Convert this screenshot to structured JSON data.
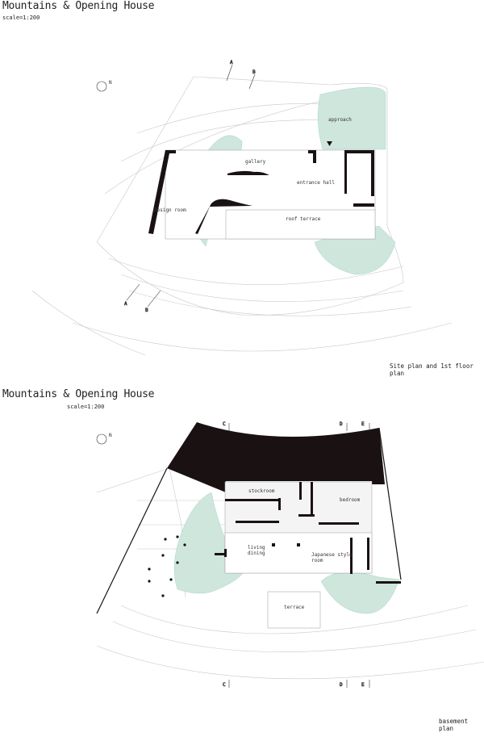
{
  "plans": [
    {
      "title": "Mountains & Opening House",
      "scale": "scale=1:200",
      "caption": "Site plan and 1st floor plan",
      "north_label": "N",
      "section_marks": [
        "A",
        "B",
        "A",
        "B"
      ],
      "rooms": [
        "approach",
        "gallery",
        "entrance hall",
        "design room",
        "roof terrace"
      ]
    },
    {
      "title": "Mountains & Opening House",
      "scale": "scale=1:200",
      "caption": "basement plan",
      "north_label": "N",
      "section_marks": [
        "C",
        "D",
        "E",
        "C",
        "D",
        "E"
      ],
      "rooms": [
        "stockroom",
        "bedroom",
        "living",
        "dining",
        "Japanese style",
        "room",
        "terrace"
      ]
    }
  ],
  "colors": {
    "garden": "#cfe6dc",
    "wall": "#1a1212",
    "line": "#bbbbbb"
  }
}
